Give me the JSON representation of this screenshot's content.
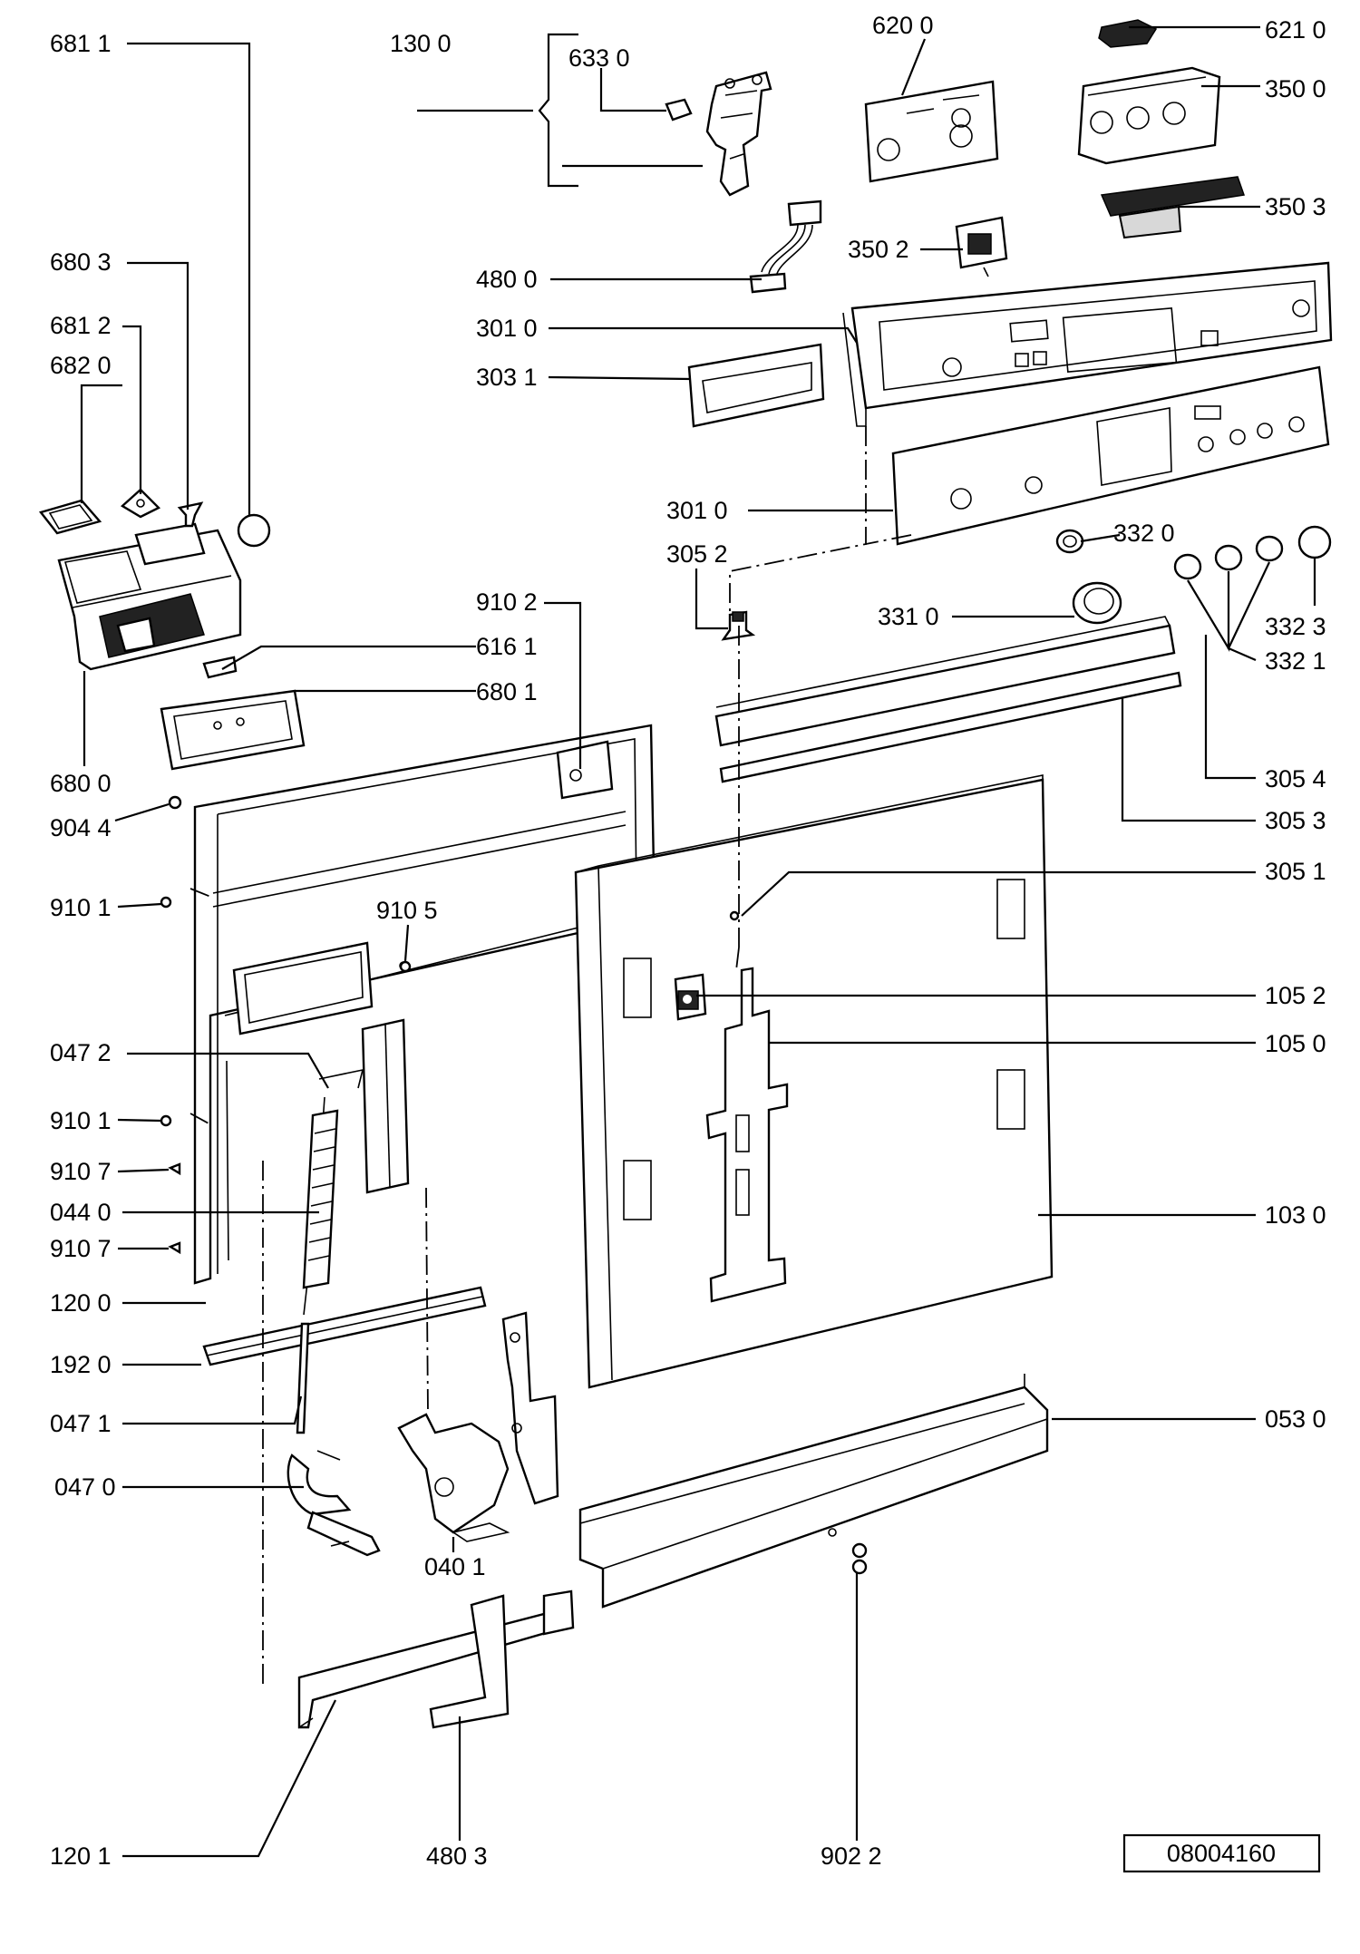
{
  "labels": [
    "681 1",
    "130 0",
    "633 0",
    "620 0",
    "621 0",
    "350 0",
    "350 3",
    "350 2",
    "480 0",
    "680 3",
    "681 2",
    "682 0",
    "301 0",
    "303 1",
    "301 0",
    "305 2",
    "332 0",
    "331 0",
    "332 3",
    "332 1",
    "910 2",
    "616 1",
    "680 1",
    "680 0",
    "904 4",
    "305 4",
    "305 3",
    "305 1",
    "910 1",
    "910 5",
    "105 2",
    "105 0",
    "047 2",
    "910 1",
    "910 7",
    "044 0",
    "910 7",
    "103 0",
    "120 0",
    "192 0",
    "053 0",
    "047 1",
    "047 0",
    "040 1",
    "120 1",
    "480 3",
    "902 2"
  ],
  "document_number": "08004160"
}
